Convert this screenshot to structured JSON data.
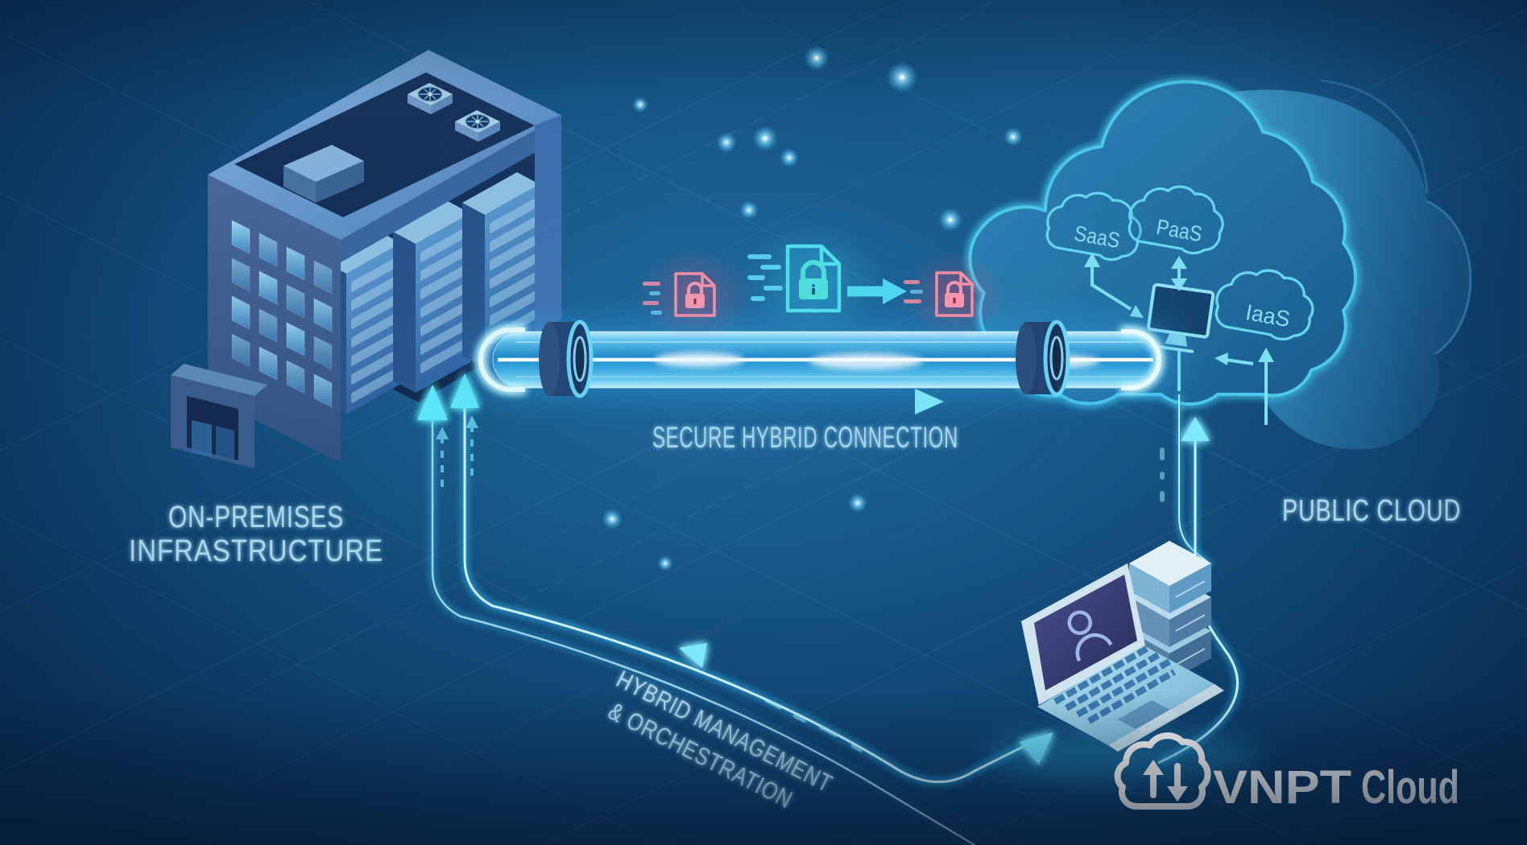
{
  "diagram": {
    "connection": {
      "label": "SECURE HYBRID CONNECTION"
    },
    "on_premises": {
      "line1": "ON-PREMISES",
      "line2": "INFRASTRUCTURE"
    },
    "public_cloud": {
      "label": "PUBLIC CLOUD",
      "services": [
        {
          "name": "SaaS"
        },
        {
          "name": "PaaS"
        },
        {
          "name": "IaaS"
        }
      ]
    },
    "management": {
      "line1": "HYBRID MANAGEMENT",
      "line2": "& ORCHESTRATION"
    }
  },
  "branding": {
    "brand": "VNPT",
    "product": "Cloud"
  },
  "colors": {
    "background_deep": "#0b3156",
    "background_mid": "#155381",
    "glow_cyan": "#35c8ef",
    "tube_core": "#eefcff",
    "label_text": "#a9d9ef",
    "danger_red": "#ff7d92",
    "logo_white": "#ffffff"
  }
}
